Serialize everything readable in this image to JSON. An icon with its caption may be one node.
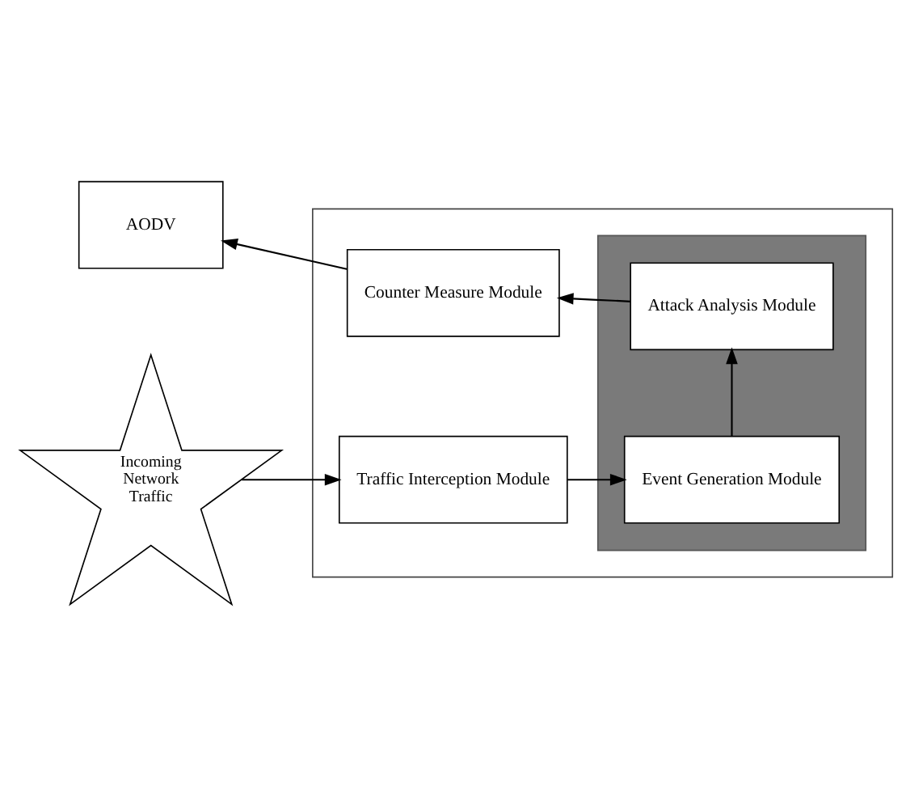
{
  "diagram": {
    "nodes": [
      {
        "text": [
          "AODV"
        ]
      },
      {
        "text": [],
        "shape": "box"
      },
      {
        "text": [],
        "shape": "box",
        "in": 1
      },
      {
        "text": [
          "Counter Measure Module"
        ],
        "in": 1
      },
      {
        "text": [
          "Attack Analysis Module"
        ],
        "in": 2
      },
      {
        "text": [
          "Incoming Network Traffic"
        ]
      },
      {
        "text": [
          "Traffic Interception Module"
        ],
        "in": 1
      },
      {
        "text": [
          "Event Generation Module"
        ],
        "in": 2
      }
    ],
    "edges": [
      {
        "from": 4,
        "to": 3,
        "arrow": "to"
      },
      {
        "from": 3,
        "to": 0,
        "arrow": "to"
      },
      {
        "from": 5,
        "to": 6,
        "arrow": "to"
      },
      {
        "from": 6,
        "to": 7,
        "arrow": "to"
      },
      {
        "from": 7,
        "to": 4,
        "arrow": "to"
      }
    ]
  }
}
